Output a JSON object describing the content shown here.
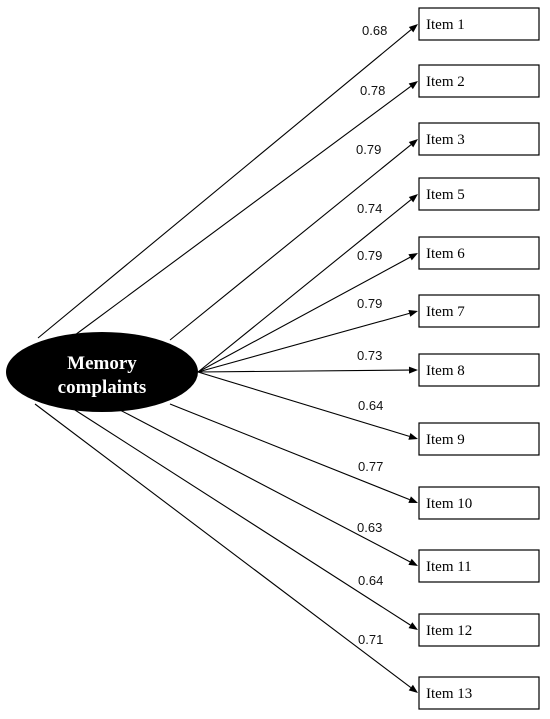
{
  "factor": {
    "line1": "Memory",
    "line2": "complaints"
  },
  "items": [
    {
      "label": "Item 1",
      "loading": "0.68"
    },
    {
      "label": "Item 2",
      "loading": "0.78"
    },
    {
      "label": "Item 3",
      "loading": "0.79"
    },
    {
      "label": "Item 5",
      "loading": "0.74"
    },
    {
      "label": "Item 6",
      "loading": "0.79"
    },
    {
      "label": "Item 7",
      "loading": "0.79"
    },
    {
      "label": "Item 8",
      "loading": "0.73"
    },
    {
      "label": "Item 9",
      "loading": "0.64"
    },
    {
      "label": "Item 10",
      "loading": "0.77"
    },
    {
      "label": "Item 11",
      "loading": "0.63"
    },
    {
      "label": "Item 12",
      "loading": "0.64"
    },
    {
      "label": "Item 13",
      "loading": "0.71"
    }
  ]
}
